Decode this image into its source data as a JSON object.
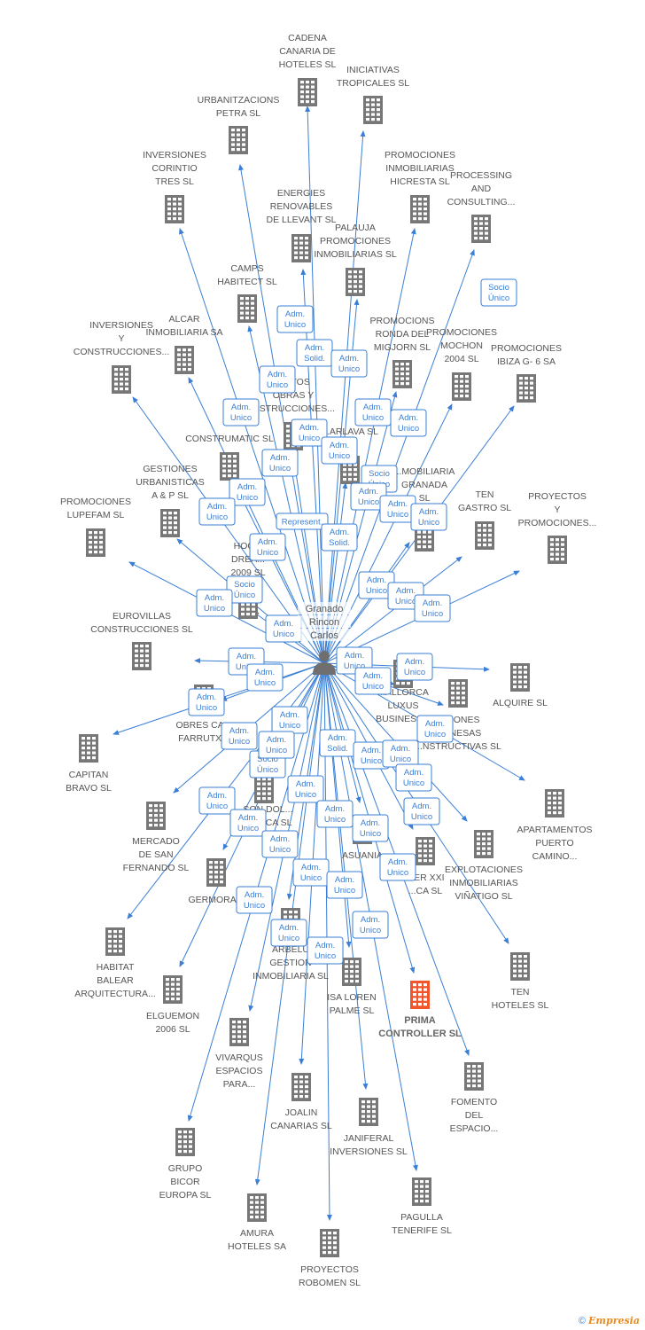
{
  "center": {
    "label": [
      "Granado",
      "Rincon",
      "Carlos"
    ]
  },
  "colors": {
    "edge": "#3a7fd5",
    "building": "#777777",
    "highlight": "#f0552c"
  },
  "companies": [
    {
      "id": "cadena",
      "label": [
        "CADENA",
        "CANARIA DE",
        "HOTELES SL"
      ]
    },
    {
      "id": "iniciativas",
      "label": [
        "INICIATIVAS",
        "TROPICALES SL"
      ]
    },
    {
      "id": "urbanitzacions",
      "label": [
        "URBANITZACIONS",
        "PETRA SL"
      ]
    },
    {
      "id": "inv-corintio",
      "label": [
        "INVERSIONES",
        "CORINTIO",
        "TRES SL"
      ]
    },
    {
      "id": "prom-hicresta",
      "label": [
        "PROMOCIONES",
        "INMOBILIARIAS",
        "HICRESTA SL"
      ]
    },
    {
      "id": "processing",
      "label": [
        "PROCESSING",
        "AND",
        "CONSULTING..."
      ]
    },
    {
      "id": "energies",
      "label": [
        "ENERGIES",
        "RENOVABLES",
        "DE LLEVANT SL"
      ]
    },
    {
      "id": "palauja",
      "label": [
        "PALAUJA",
        "PROMOCIONES",
        "INMOBILIARIAS SL"
      ]
    },
    {
      "id": "camps",
      "label": [
        "CAMPS",
        "HABITECT SL"
      ]
    },
    {
      "id": "inv-constr",
      "label": [
        "INVERSIONES",
        "Y",
        "CONSTRUCCIONES..."
      ]
    },
    {
      "id": "alcar",
      "label": [
        "ALCAR",
        "INMOBILIARIA SA"
      ]
    },
    {
      "id": "promocions-ronda",
      "label": [
        "PROMOCIONS",
        "RONDA DEL",
        "MIGJORN SL"
      ]
    },
    {
      "id": "prom-mochon",
      "label": [
        "PROMOCIONES",
        "MOCHON",
        "2004 SL"
      ]
    },
    {
      "id": "prom-ibiza",
      "label": [
        "PROMOCIONES",
        "IBIZA G- 6 SA"
      ]
    },
    {
      "id": "construmatic",
      "label": [
        "CONSTRUMATIC SL"
      ]
    },
    {
      "id": "obras-constr",
      "label": [
        "...CTOS",
        "OBRAS Y",
        "...STRUCCIONES..."
      ]
    },
    {
      "id": "arlava",
      "label": [
        "...ARLAVA SL"
      ]
    },
    {
      "id": "gestiones-urb",
      "label": [
        "GESTIONES",
        "URBANISTICAS",
        "A & P SL"
      ]
    },
    {
      "id": "inmob-granada",
      "label": [
        "...MOBILIARIA",
        "GRANADA",
        "SL"
      ]
    },
    {
      "id": "prom-lupefam",
      "label": [
        "PROMOCIONES",
        "LUPEFAM SL"
      ]
    },
    {
      "id": "ten-gastro",
      "label": [
        "TEN",
        "GASTRO SL"
      ]
    },
    {
      "id": "proyectos-prom",
      "label": [
        "PROYECTOS",
        "Y",
        "PROMOCIONES..."
      ]
    },
    {
      "id": "hoom-dream",
      "label": [
        "HOOM",
        "DREA...",
        "2009 SL"
      ]
    },
    {
      "id": "eurovillas",
      "label": [
        "EUROVILLAS",
        "CONSTRUCCIONES SL"
      ]
    },
    {
      "id": "mallorca-luxus",
      "label": [
        "MALLORCA",
        "LUXUS",
        "BUSINESS..."
      ]
    },
    {
      "id": "alquire",
      "label": [
        "ALQUIRE SL"
      ]
    },
    {
      "id": "obres-farrutx",
      "label": [
        "OBRES CA...",
        "FARRUTX..."
      ]
    },
    {
      "id": "constructivas",
      "label": [
        "...CIONES",
        "...ONESAS",
        "...NSTRUCTIVAS SL"
      ]
    },
    {
      "id": "capitan-bravo",
      "label": [
        "CAPITAN",
        "BRAVO SL"
      ]
    },
    {
      "id": "apartamentos",
      "label": [
        "APARTAMENTOS",
        "PUERTO",
        "CAMINO..."
      ]
    },
    {
      "id": "mercado-sf",
      "label": [
        "MERCADO",
        "DE SAN",
        "FERNANDO SL"
      ]
    },
    {
      "id": "foraica",
      "label": [
        "...SON DOL...",
        "FO...AICA SL"
      ]
    },
    {
      "id": "asuania",
      "label": [
        "ASUANIA"
      ]
    },
    {
      "id": "explotaciones",
      "label": [
        "EXPLOTACIONES",
        "INMOBILIARIAS",
        "VIÑATIGO SL"
      ]
    },
    {
      "id": "germora",
      "label": [
        "GERMORA..."
      ]
    },
    {
      "id": "xxi-ca",
      "label": [
        "...ER XXI",
        "...CA SL"
      ]
    },
    {
      "id": "habitat-balear",
      "label": [
        "HABITAT",
        "BALEAR",
        "ARQUITECTURA..."
      ]
    },
    {
      "id": "arbelu",
      "label": [
        "ARBELU",
        "GESTION",
        "INMOBILIARIA SL"
      ]
    },
    {
      "id": "ten-hoteles",
      "label": [
        "TEN",
        "HOTELES SL"
      ]
    },
    {
      "id": "elguemon",
      "label": [
        "ELGUEMON",
        "2006 SL"
      ]
    },
    {
      "id": "isa-loren",
      "label": [
        "ISA LOREN",
        "PALME SL"
      ]
    },
    {
      "id": "prima",
      "label": [
        "PRIMA",
        "CONTROLLER SL"
      ],
      "highlight": true
    },
    {
      "id": "vivarqus",
      "label": [
        "VIVARQUS",
        "ESPACIOS",
        "PARA..."
      ]
    },
    {
      "id": "fomento",
      "label": [
        "FOMENTO",
        "DEL",
        "ESPACIO..."
      ]
    },
    {
      "id": "joalin",
      "label": [
        "JOALIN",
        "CANARIAS SL"
      ]
    },
    {
      "id": "janiferal",
      "label": [
        "JANIFERAL",
        "INVERSIONES SL"
      ]
    },
    {
      "id": "grupo-bicor",
      "label": [
        "GRUPO",
        "BICOR",
        "EUROPA SL"
      ]
    },
    {
      "id": "pagulla",
      "label": [
        "PAGULLA",
        "TENERIFE SL"
      ]
    },
    {
      "id": "amura",
      "label": [
        "AMURA",
        "HOTELES SA"
      ]
    },
    {
      "id": "proyectos-robomen",
      "label": [
        "PROYECTOS",
        "ROBOMEN SL"
      ]
    }
  ],
  "relations": [
    [
      "Adm.",
      "Unico"
    ],
    [
      "Adm.",
      "Solid."
    ],
    [
      "Adm.",
      "Unico"
    ],
    [
      "Adm.",
      "Unico"
    ],
    [
      "Socio",
      "Único"
    ],
    [
      "Adm.",
      "Unico"
    ],
    [
      "Adm.",
      "Unico"
    ],
    [
      "Adm.",
      "Unico"
    ],
    [
      "Adm.",
      "Unico"
    ],
    [
      "Adm.",
      "Unico"
    ],
    [
      "Adm.",
      "Unico"
    ],
    [
      "Adm.",
      "Unico"
    ],
    [
      "Adm.",
      "Unico"
    ],
    [
      "Socio",
      "Único"
    ],
    [
      "Adm.",
      "Unico"
    ],
    [
      "Adm.",
      "Unico"
    ],
    [
      "Adm.",
      "Unico"
    ],
    [
      "Adm.",
      "Unico"
    ],
    [
      "Represent."
    ],
    [
      "Adm.",
      "Solid."
    ],
    [
      "Adm.",
      "Unico"
    ],
    [
      "Adm.",
      "Unico"
    ],
    [
      "Socio",
      "Único"
    ],
    [
      "Adm.",
      "Unico"
    ],
    [
      "Adm.",
      "Unico"
    ],
    [
      "Adm.",
      "Unico"
    ],
    [
      "Adm.",
      "Unico"
    ],
    [
      "Adm.",
      "Unico"
    ],
    [
      "Adm.",
      "Unico"
    ],
    [
      "Adm.",
      "Unico"
    ],
    [
      "Adm.",
      "Unico"
    ],
    [
      "Adm.",
      "Unico"
    ],
    [
      "Adm.",
      "Unico"
    ],
    [
      "Adm.",
      "Unico"
    ],
    [
      "Adm.",
      "Solid."
    ],
    [
      "Adm.",
      "Unico"
    ],
    [
      "Adm.",
      "Unico"
    ],
    [
      "Adm.",
      "Unico"
    ],
    [
      "Adm.",
      "Unico"
    ],
    [
      "Socio",
      "Único"
    ],
    [
      "Adm.",
      "Unico"
    ],
    [
      "Adm.",
      "Unico"
    ],
    [
      "Adm.",
      "Unico"
    ],
    [
      "Adm.",
      "Unico"
    ],
    [
      "Adm.",
      "Unico"
    ],
    [
      "Adm.",
      "Unico"
    ],
    [
      "Adm.",
      "Unico"
    ],
    [
      "Adm.",
      "Unico"
    ],
    [
      "Adm.",
      "Unico"
    ],
    [
      "Adm.",
      "Unico"
    ],
    [
      "Adm.",
      "Unico"
    ],
    [
      "Adm.",
      "Unico"
    ],
    [
      "Adm.",
      "Unico"
    ],
    [
      "Adm.",
      "Unico"
    ],
    [
      "Adm.",
      "Unico"
    ]
  ],
  "footer": {
    "copyright": "©",
    "brand": "Empresia"
  }
}
